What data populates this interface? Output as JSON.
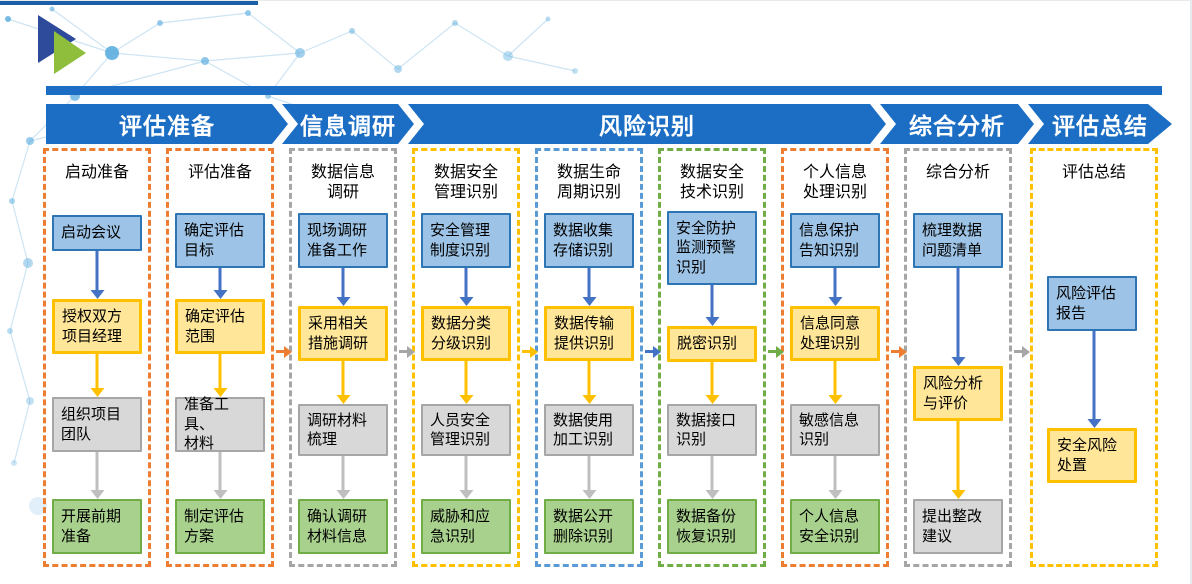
{
  "banner": {
    "bar_color": "#1c6ec4",
    "segments": [
      {
        "label": "评估准备"
      },
      {
        "label": "信息调研"
      },
      {
        "label": "风险识别"
      },
      {
        "label": "综合分析"
      },
      {
        "label": "评估总结"
      }
    ]
  },
  "columns": [
    {
      "title": "启动准备",
      "border_color": "#ed7d31",
      "boxes": [
        {
          "label": "启动会议",
          "type": "blue"
        },
        {
          "label": "授权双方\n项目经理",
          "type": "yellow"
        },
        {
          "label": "组织项目\n团队",
          "type": "gray"
        },
        {
          "label": "开展前期\n准备",
          "type": "green"
        }
      ]
    },
    {
      "title": "评估准备",
      "border_color": "#ed7d31",
      "boxes": [
        {
          "label": "确定评估\n目标",
          "type": "blue"
        },
        {
          "label": "确定评估\n范围",
          "type": "yellow"
        },
        {
          "label": "准备工具、\n材料",
          "type": "gray"
        },
        {
          "label": "制定评估\n方案",
          "type": "green"
        }
      ]
    },
    {
      "title": "数据信息\n调研",
      "border_color": "#a6a6a6",
      "boxes": [
        {
          "label": "现场调研\n准备工作",
          "type": "blue"
        },
        {
          "label": "采用相关\n措施调研",
          "type": "yellow"
        },
        {
          "label": "调研材料\n梳理",
          "type": "gray"
        },
        {
          "label": "确认调研\n材料信息",
          "type": "green"
        }
      ]
    },
    {
      "title": "数据安全\n管理识别",
      "border_color": "#ffc000",
      "boxes": [
        {
          "label": "安全管理\n制度识别",
          "type": "blue"
        },
        {
          "label": "数据分类\n分级识别",
          "type": "yellow"
        },
        {
          "label": "人员安全\n管理识别",
          "type": "gray"
        },
        {
          "label": "威胁和应\n急识别",
          "type": "green"
        }
      ]
    },
    {
      "title": "数据生命\n周期识别",
      "border_color": "#5b9bd5",
      "boxes": [
        {
          "label": "数据收集\n存储识别",
          "type": "blue"
        },
        {
          "label": "数据传输\n提供识别",
          "type": "yellow"
        },
        {
          "label": "数据使用\n加工识别",
          "type": "gray"
        },
        {
          "label": "数据公开\n删除识别",
          "type": "green"
        }
      ]
    },
    {
      "title": "数据安全\n技术识别",
      "border_color": "#70ad47",
      "boxes": [
        {
          "label": "安全防护\n监测预警\n识别",
          "type": "blue"
        },
        {
          "label": "脱密识别",
          "type": "yellow"
        },
        {
          "label": "数据接口\n识别",
          "type": "gray"
        },
        {
          "label": "数据备份\n恢复识别",
          "type": "green"
        }
      ]
    },
    {
      "title": "个人信息\n处理识别",
      "border_color": "#ed7d31",
      "boxes": [
        {
          "label": "信息保护\n告知识别",
          "type": "blue"
        },
        {
          "label": "信息同意\n处理识别",
          "type": "yellow"
        },
        {
          "label": "敏感信息\n识别",
          "type": "gray"
        },
        {
          "label": "个人信息\n安全识别",
          "type": "green"
        }
      ]
    },
    {
      "title": "综合分析",
      "border_color": "#a6a6a6",
      "boxes": [
        {
          "label": "梳理数据\n问题清单",
          "type": "blue"
        },
        {
          "label": "风险分析\n与评价",
          "type": "yellow"
        },
        {
          "label": "提出整改\n建议",
          "type": "gray"
        }
      ]
    },
    {
      "title": "评估总结",
      "border_color": "#ffc000",
      "boxes": [
        {
          "label": "风险评估\n报告",
          "type": "blue"
        },
        {
          "label": "安全风险\n处置",
          "type": "yellow"
        }
      ]
    }
  ],
  "palette": {
    "box_blue_fill": "#9dc3e6",
    "box_blue_border": "#2e75b6",
    "box_yellow_fill": "#ffe699",
    "box_yellow_border": "#ffc000",
    "box_gray_fill": "#d8d8d8",
    "box_gray_border": "#a6a6a6",
    "box_green_fill": "#a9d18e",
    "box_green_border": "#70ad47",
    "banner_blue": "#1c6ec4",
    "logo_blue": "#2e4a9b",
    "logo_green": "#8fbe3c"
  }
}
